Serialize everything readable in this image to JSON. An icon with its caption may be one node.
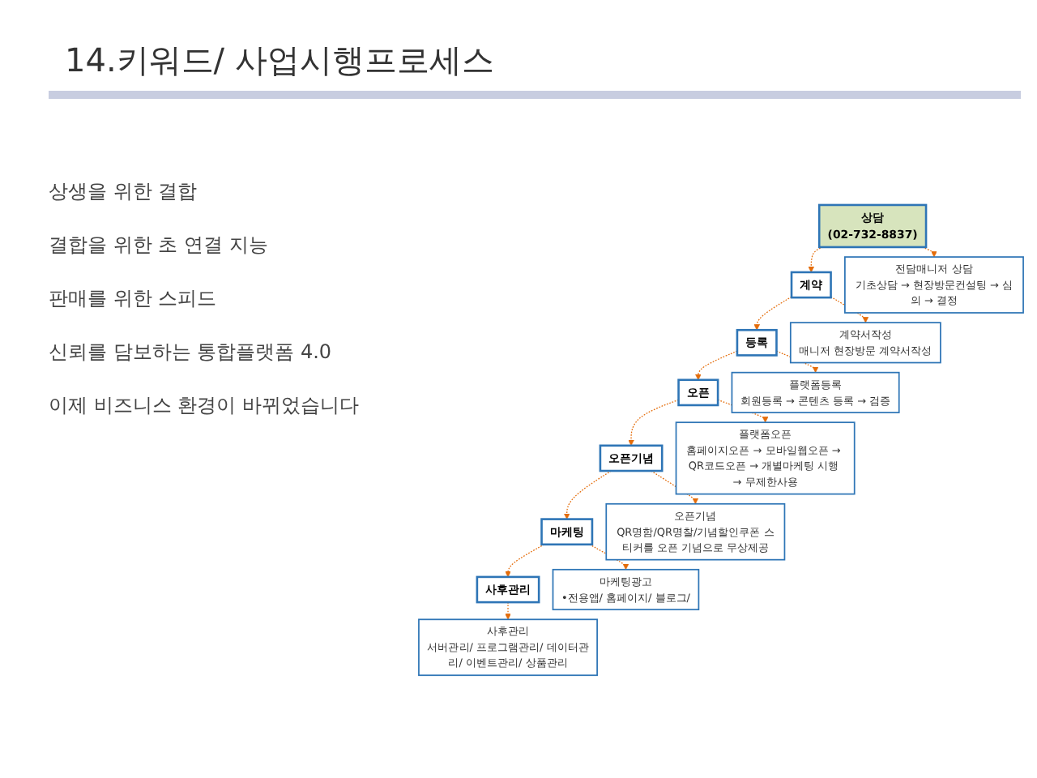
{
  "diagram": {
    "title": "14.키워드/ 사업시행프로세스",
    "nodes": [
      {
        "text": [
          "상담",
          "(02-732-8837)"
        ]
      },
      {
        "text": [
          "계약"
        ]
      },
      {
        "text": [
          "등록"
        ]
      },
      {
        "text": [
          "오픈"
        ]
      },
      {
        "text": [
          "오픈기념"
        ]
      },
      {
        "text": [
          "마케팅"
        ]
      },
      {
        "text": [
          "사후관리"
        ]
      },
      {
        "text": [
          "전담매니저 상담",
          "기초상담 → 현장방문컨설팅 → 심의 → 결정"
        ]
      },
      {
        "text": [
          "계약서작성",
          "매니저 현장방문 계약서작성"
        ]
      },
      {
        "text": [
          "플랫폼등록",
          "회원등록 → 콘텐츠 등록 → 검증"
        ]
      },
      {
        "text": [
          "플랫폼오픈",
          "홈페이지오픈 → 모바일웹오픈 → QR코드오픈 → 개별마케팅 시행 → 무제한사용"
        ]
      },
      {
        "text": [
          "오픈기념",
          "QR명함/QR명찰/기념할인쿠폰 스티커를 오픈 기념으로 무상제공"
        ]
      },
      {
        "text": [
          "마케팅광고",
          "•전용앱/ 홈페이지/ 블로그/"
        ]
      },
      {
        "text": [
          "사후관리",
          "서버관리/ 프로그램관리/ 데이터관리/ 이벤트관리/ 상품관리"
        ]
      }
    ],
    "edges": [
      {
        "from": 0,
        "to": 7,
        "arrow": "to",
        "style": "dashed"
      },
      {
        "from": 0,
        "to": 1,
        "arrow": "to",
        "style": "dashed"
      },
      {
        "from": 1,
        "to": 8,
        "arrow": "to",
        "style": "dashed"
      },
      {
        "from": 1,
        "to": 2,
        "arrow": "to",
        "style": "dashed"
      },
      {
        "from": 2,
        "to": 9,
        "arrow": "to",
        "style": "dashed"
      },
      {
        "from": 2,
        "to": 3,
        "arrow": "to",
        "style": "dashed"
      },
      {
        "from": 3,
        "to": 10,
        "arrow": "to",
        "style": "dashed"
      },
      {
        "from": 3,
        "to": 4,
        "arrow": "to",
        "style": "dashed"
      },
      {
        "from": 4,
        "to": 11,
        "arrow": "to",
        "style": "dashed"
      },
      {
        "from": 4,
        "to": 5,
        "arrow": "to",
        "style": "dashed"
      },
      {
        "from": 5,
        "to": 12,
        "arrow": "to",
        "style": "dashed"
      },
      {
        "from": 5,
        "to": 6,
        "arrow": "to",
        "style": "dashed"
      },
      {
        "from": 6,
        "to": 13,
        "arrow": "to",
        "style": "dashed"
      }
    ],
    "labels": [
      "상생을 위한 결합",
      "결합을 위한 초 연결 지능",
      "판매를 위한 스피드",
      "신뢰를 담보하는 통합플랫폼 4.0",
      "이제 비즈니스 환경이 바뀌었습니다"
    ]
  }
}
